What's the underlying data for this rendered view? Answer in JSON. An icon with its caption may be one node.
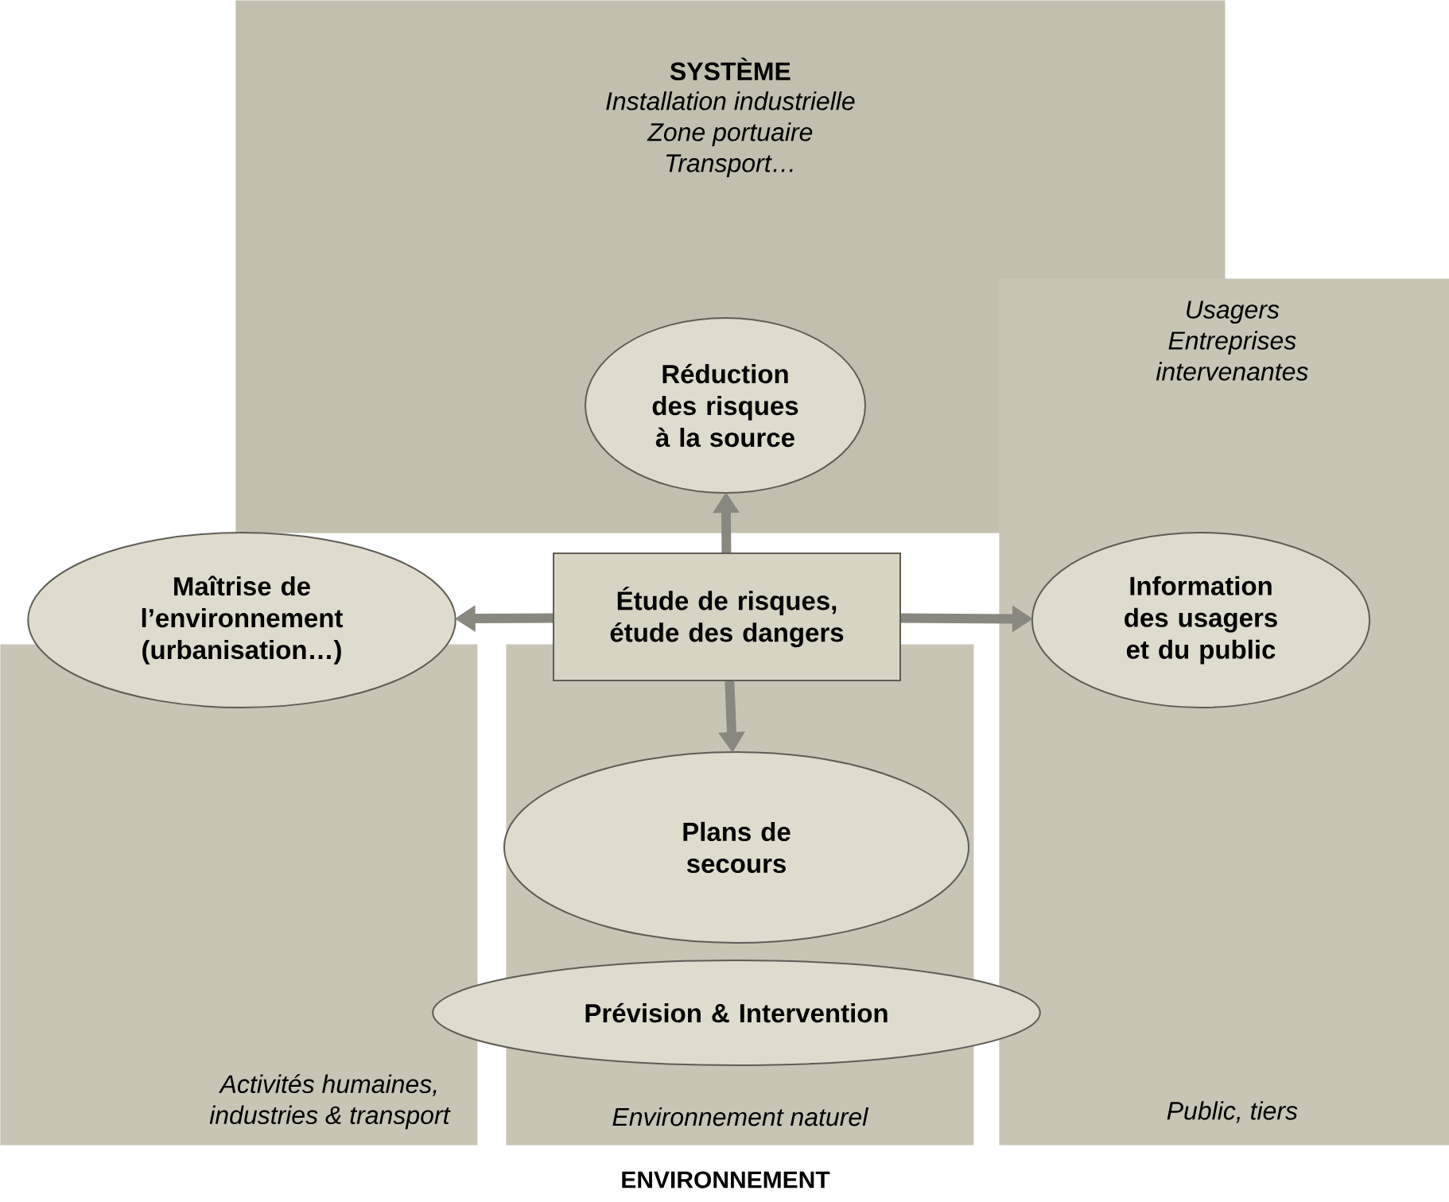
{
  "diagram": {
    "nodes": [
      {
        "text": [
          "SYSTÈME",
          "Installation industrielle Zone portuaire Transport…"
        ]
      },
      {
        "text": [
          "Usagers Entreprises intervenantes",
          "Public, tiers"
        ]
      },
      {
        "text": [
          "Activités humaines, industries & transport"
        ]
      },
      {
        "text": [
          "Environnement naturel"
        ]
      },
      {
        "text": [
          "Réduction des risques à la source"
        ],
        "in": 0
      },
      {
        "text": [
          "Étude de risques, étude des dangers"
        ]
      },
      {
        "text": [
          "Maîtrise de l’environnement (urbanisation…)"
        ]
      },
      {
        "text": [
          "Information des usagers et du public"
        ],
        "in": 1
      },
      {
        "text": [
          "Plans de secours"
        ],
        "in": 3
      },
      {
        "text": [
          "Prévision & Intervention"
        ]
      }
    ],
    "edges": [
      {
        "from": 5,
        "to": 4,
        "arrow": "to"
      },
      {
        "from": 5,
        "to": 6,
        "arrow": "to"
      },
      {
        "from": 5,
        "to": 7,
        "arrow": "to"
      },
      {
        "from": 5,
        "to": 8,
        "arrow": "to"
      }
    ],
    "labels": [
      "ENVIRONNEMENT"
    ]
  }
}
